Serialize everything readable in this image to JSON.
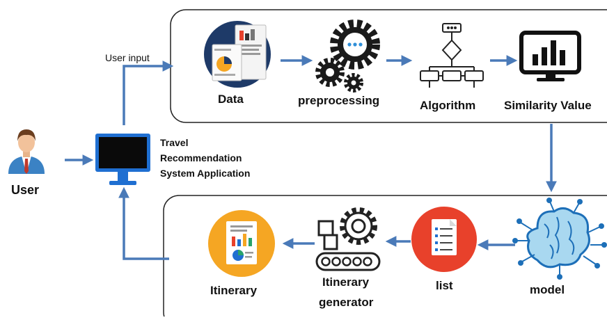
{
  "user": {
    "label": "User"
  },
  "app": {
    "line1": "Travel",
    "line2": "Recommendation",
    "line3": "System Application"
  },
  "flow": {
    "user_input_label": "User input"
  },
  "top_row": {
    "data": "Data",
    "preprocessing": "preprocessing",
    "algorithm": "Algorithm",
    "similarity": "Similarity Value"
  },
  "bottom_row": {
    "model": "model",
    "list": "list",
    "generator_line1": "Itinerary",
    "generator_line2": "generator",
    "itinerary": "Itinerary"
  },
  "colors": {
    "arrow": "#4a7ab8",
    "monitor": "#1f6fd1",
    "orange": "#f5a623",
    "red": "#e8412b",
    "navy": "#1e3a68",
    "dark": "#222222"
  },
  "icons": {
    "user": "user-avatar-icon",
    "computer": "monitor-icon",
    "data": "data-reports-icon",
    "preprocessing": "gears-icon",
    "algorithm": "flowchart-icon",
    "similarity": "bar-chart-monitor-icon",
    "model": "brain-circuit-icon",
    "list": "checklist-icon",
    "generator": "conveyor-gear-icon",
    "itinerary": "report-icon"
  }
}
